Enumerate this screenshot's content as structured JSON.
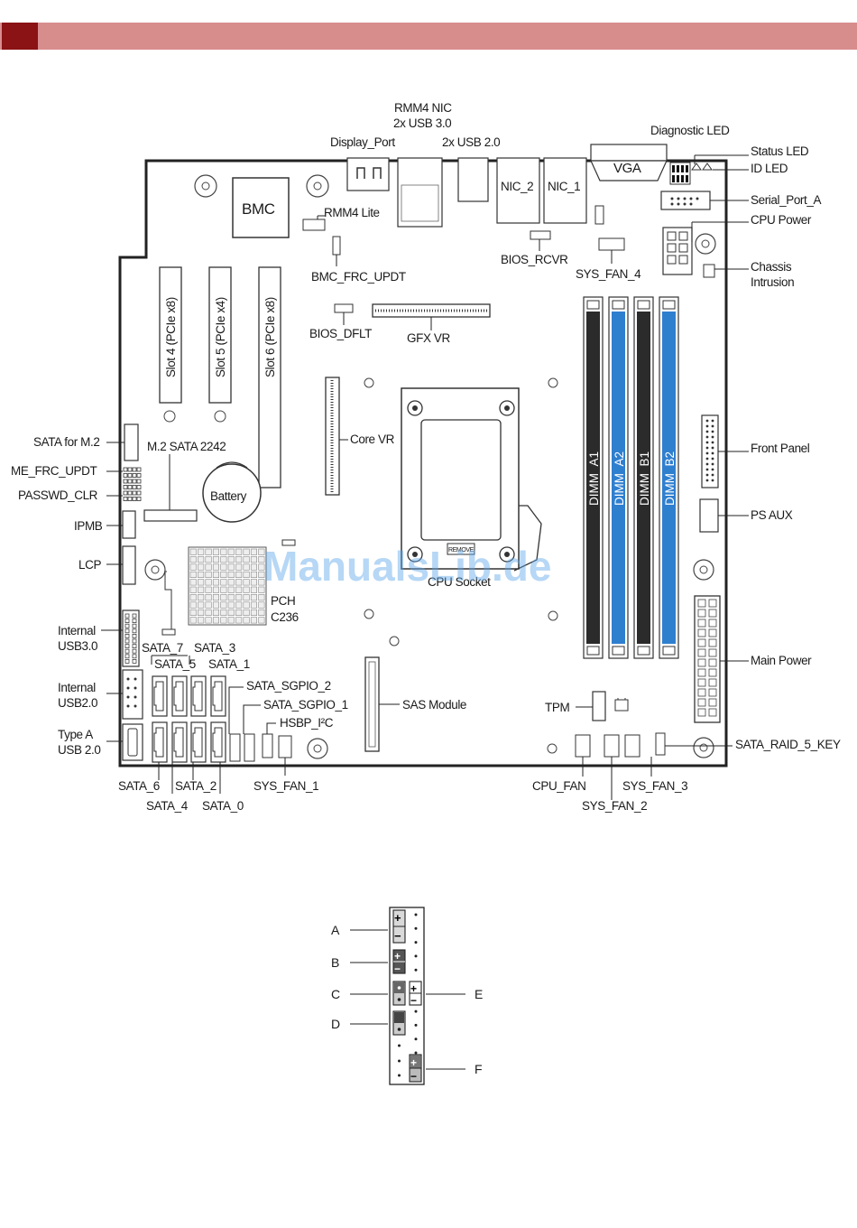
{
  "header": {
    "accent": "#8b1215",
    "band": "#d88d8d"
  },
  "board": {
    "labels": {
      "rmm4_nic": "RMM4 NIC",
      "usb30_2x": "2x USB 3.0",
      "display_port": "Display_Port",
      "usb20_2x": "2x USB 2.0",
      "diagnostic_led": "Diagnostic LED",
      "status_led": "Status LED",
      "id_led": "ID LED",
      "vga": "VGA",
      "nic2": "NIC_2",
      "nic1": "NIC_1",
      "serial_port_a": "Serial_Port_A",
      "cpu_power": "CPU Power",
      "bmc": "BMC",
      "rmm4_lite": "RMM4 Lite",
      "bios_rcvr": "BIOS_RCVR",
      "sys_fan_4": "SYS_FAN_4",
      "chassis": "Chassis",
      "intrusion": "Intrusion",
      "bmc_frc_updt": "BMC_FRC_UPDT",
      "bios_dflt": "BIOS_DFLT",
      "gfx_vr": "GFX VR",
      "slot4": "Slot 4 (PCIe x8)",
      "slot5": "Slot 5 (PCIe x4)",
      "slot6": "Slot 6 (PCIe x8)",
      "core_vr": "Core VR",
      "dimm_a1": "DIMM_A1",
      "dimm_a2": "DIMM_A2",
      "dimm_b1": "DIMM_B1",
      "dimm_b2": "DIMM_B2",
      "front_panel": "Front Panel",
      "sata_for_m2": "SATA for M.2",
      "m2_sata": "M.2 SATA 2242",
      "me_frc_updt": "ME_FRC_UPDT",
      "passwd_clr": "PASSWD_CLR",
      "battery": "Battery",
      "ipmb": "IPMB",
      "ps_aux": "PS AUX",
      "lcp": "LCP",
      "cpu_socket": "CPU Socket",
      "remove": "REMOVE",
      "pch": "PCH",
      "c236": "C236",
      "internal": "Internal",
      "usb30": "USB3.0",
      "usb20": "USB2.0",
      "sata_7": "SATA_7",
      "sata_3": "SATA_3",
      "sata_5": "SATA_5",
      "sata_1": "SATA_1",
      "sata_sgpio_2": "SATA_SGPIO_2",
      "sata_sgpio_1": "SATA_SGPIO_1",
      "hsbp_i2c": "HSBP_I²C",
      "sas_module": "SAS Module",
      "tpm": "TPM",
      "main_power": "Main Power",
      "type_a": "Type A",
      "usb_20": "USB 2.0",
      "sata_raid_5_key": "SATA_RAID_5_KEY",
      "sata_6": "SATA_6",
      "sata_2": "SATA_2",
      "sys_fan_1": "SYS_FAN_1",
      "sata_4": "SATA_4",
      "sata_0": "SATA_0",
      "cpu_fan": "CPU_FAN",
      "sys_fan_3": "SYS_FAN_3",
      "sys_fan_2": "SYS_FAN_2"
    },
    "dimm_colors": {
      "black": "#2b2b2b",
      "blue": "#2f7fcf"
    }
  },
  "watermark": "ManualsLib.de",
  "pinout": {
    "labels": {
      "a": "A",
      "b": "B",
      "c": "C",
      "d": "D",
      "e": "E",
      "f": "F"
    },
    "plus": "+",
    "minus": "−"
  }
}
